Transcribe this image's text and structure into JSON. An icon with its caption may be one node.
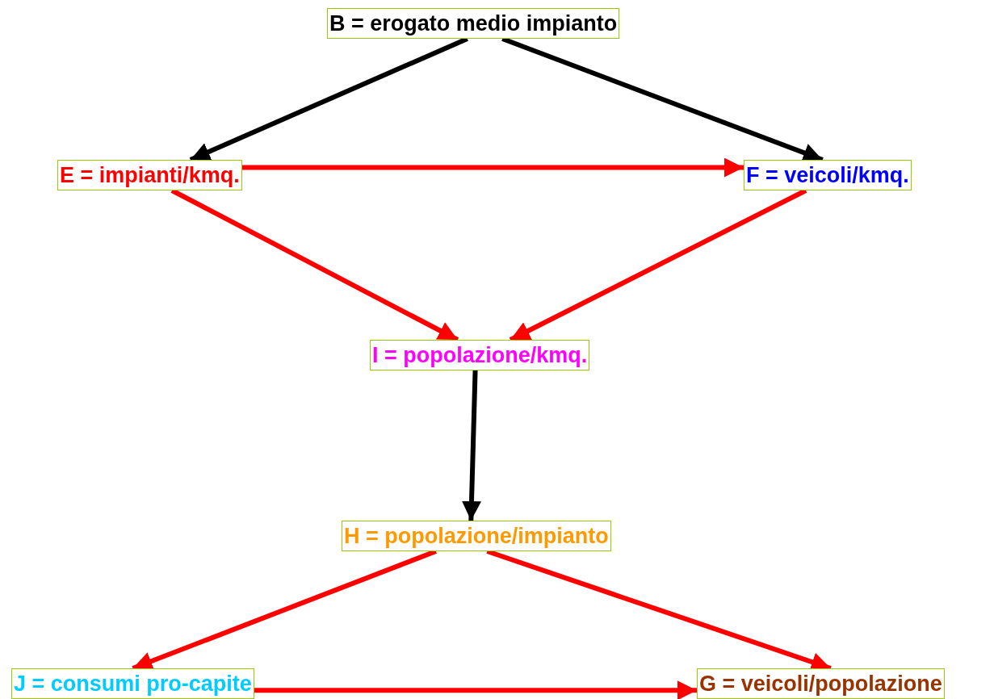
{
  "diagram": {
    "nodes": [
      {
        "text": [
          "B = erogato medio impianto"
        ]
      },
      {
        "text": [
          "E = impianti/kmq."
        ]
      },
      {
        "text": [
          "F = veicoli/kmq."
        ]
      },
      {
        "text": [
          "I = popolazione/kmq."
        ]
      },
      {
        "text": [
          "H = popolazione/impianto"
        ]
      },
      {
        "text": [
          "J = consumi pro-capite"
        ]
      },
      {
        "text": [
          "G = veicoli/popolazione"
        ]
      }
    ],
    "edges": [
      {
        "from": 0,
        "to": 1,
        "arrow": "to",
        "color": "#000000"
      },
      {
        "from": 0,
        "to": 2,
        "arrow": "to",
        "color": "#000000"
      },
      {
        "from": 1,
        "to": 2,
        "arrow": "to"
      },
      {
        "from": 1,
        "to": 3,
        "arrow": "to"
      },
      {
        "from": 2,
        "to": 3,
        "arrow": "to"
      },
      {
        "from": 3,
        "to": 4,
        "arrow": "to",
        "color": "#000000"
      },
      {
        "from": 4,
        "to": 5,
        "arrow": "to"
      },
      {
        "from": 4,
        "to": 6,
        "arrow": "to"
      },
      {
        "from": 5,
        "to": 6,
        "arrow": "to"
      }
    ]
  }
}
